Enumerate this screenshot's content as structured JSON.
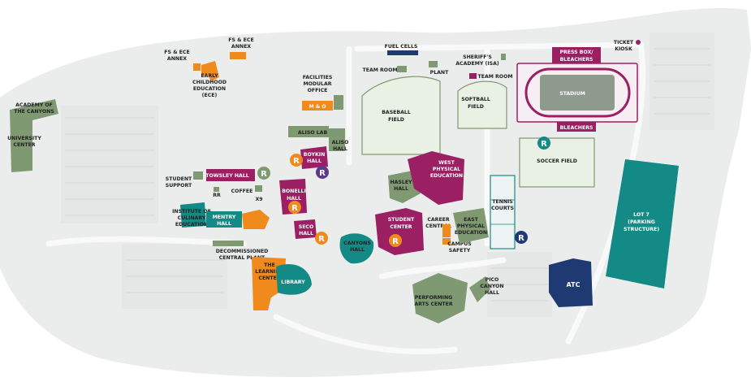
{
  "colors": {
    "ground": "#ebedec",
    "road": "#f7f8f7",
    "green": "#7f9a72",
    "orange": "#f08a1c",
    "magenta": "#9b1f63",
    "teal": "#138a86",
    "navy": "#1f3a72",
    "field": "#e9f0e4"
  },
  "labels": {
    "academy": [
      "ACADEMY OF",
      "THE CANYONS"
    ],
    "university": [
      "UNIVERSITY",
      "CENTER"
    ],
    "fsece_annex_left": [
      "FS & ECE",
      "ANNEX"
    ],
    "fsece_annex_top": [
      "FS & ECE",
      "ANNEX"
    ],
    "ece": [
      "EARLY",
      "CHILDHOOD",
      "EDUCATION",
      "(ECE)"
    ],
    "facilities": [
      "FACILITIES",
      "MODULAR",
      "OFFICE"
    ],
    "mo": "M & O",
    "aliso_lab": "ALISO LAB",
    "aliso_hall": [
      "ALISO",
      "HALL"
    ],
    "fuel_cells": "FUEL CELLS",
    "team_room_left": "TEAM ROOM",
    "team_room_right": "TEAM ROOM",
    "plant": "PLANT",
    "sheriffs": [
      "SHERIFF'S",
      "ACADEMY (ISA)"
    ],
    "press_box": [
      "PRESS BOX/",
      "BLEACHERS"
    ],
    "ticket": [
      "TICKET",
      "KIOSK"
    ],
    "stadium": "STADIUM",
    "bleachers": "BLEACHERS",
    "baseball": [
      "BASEBALL",
      "FIELD"
    ],
    "softball": [
      "SOFTBALL",
      "FIELD"
    ],
    "soccer": "SOCCER FIELD",
    "boykin": [
      "BOYKIN",
      "HALL"
    ],
    "towsley": "TOWSLEY HALL",
    "student_support": [
      "STUDENT",
      "SUPPORT"
    ],
    "rr": "RR",
    "coffee": "COFFEE",
    "x9": "X9",
    "bonelli": [
      "BONELLI",
      "HALL"
    ],
    "institute": [
      "INSTITUTE OF",
      "CULINARY",
      "EDUCATION"
    ],
    "mentry": [
      "MENTRY",
      "HALL"
    ],
    "seco": [
      "SECO",
      "HALL"
    ],
    "decommissioned": [
      "DECOMMISSIONED",
      "CENTRAL PLANT"
    ],
    "learning_center": [
      "THE",
      "LEARNING",
      "CENTER"
    ],
    "library": "LIBRARY",
    "canyons_hall": [
      "CANYONS",
      "HALL"
    ],
    "hasley": [
      "HASLEY",
      "HALL"
    ],
    "west_pe": [
      "WEST",
      "PHYSICAL",
      "EDUCATION"
    ],
    "student_center": [
      "STUDENT",
      "CENTER"
    ],
    "career": [
      "CAREER",
      "CENTRAL"
    ],
    "east_pe": [
      "EAST",
      "PHYSICAL",
      "EDUCATION"
    ],
    "campus_safety": [
      "CAMPUS",
      "SAFETY"
    ],
    "tennis": [
      "TENNIS",
      "COURTS"
    ],
    "lot7": [
      "LOT 7",
      "(PARKING",
      "STRUCTURE)"
    ],
    "atc": "ATC",
    "pico": [
      "PICO",
      "CANYON",
      "HALL"
    ],
    "performing": [
      "PERFORMING",
      "ARTS CENTER"
    ]
  },
  "restroom_badge": "R"
}
